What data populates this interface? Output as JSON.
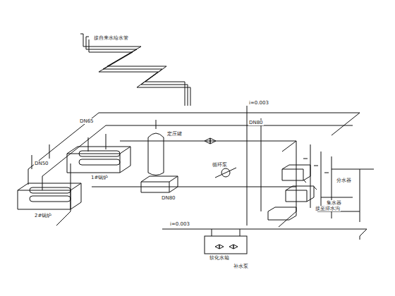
{
  "diagram": {
    "labels": [
      "接自来水给水管",
      "i=0.003",
      "DN80",
      "DN80",
      "DN65",
      "DN50",
      "1#锅炉",
      "2#锅炉",
      "定压罐",
      "循环泵",
      "分水器",
      "集水器",
      "软化水箱",
      "i=0.003",
      "接至排水沟",
      "补水泵"
    ]
  }
}
